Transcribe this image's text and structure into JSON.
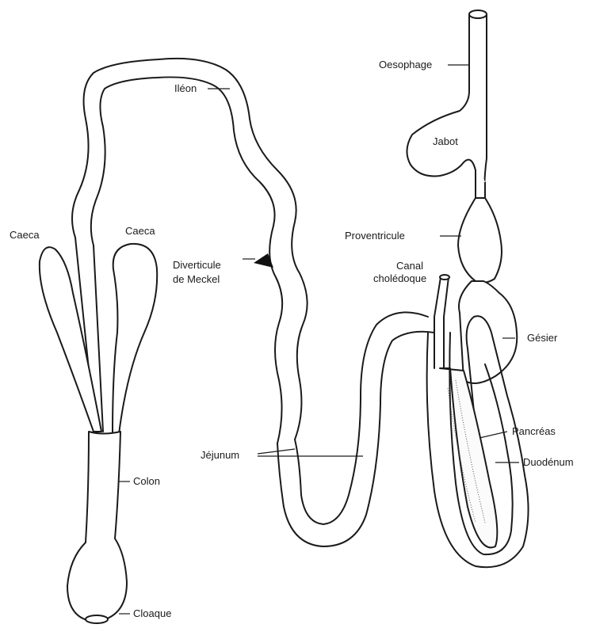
{
  "labels": {
    "oesophage": "Oesophage",
    "ileon": "Iléon",
    "jabot": "Jabot",
    "caeca_left": "Caeca",
    "caeca_right": "Caeca",
    "proventricule": "Proventricule",
    "diverticule_line1": "Diverticule",
    "diverticule_line2": "de Meckel",
    "canal_line1": "Canal",
    "canal_line2": "cholédoque",
    "gesier": "Gésier",
    "pancreas": "Pancréas",
    "jejunum": "Jéjunum",
    "duodenum": "Duodénum",
    "colon": "Colon",
    "cloaque": "Cloaque"
  }
}
